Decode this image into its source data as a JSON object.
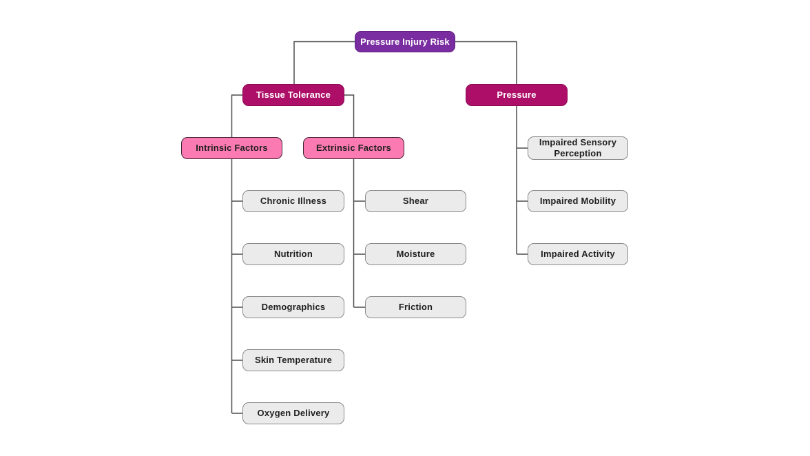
{
  "diagram": {
    "type": "tree-flowchart",
    "root_label": "Pressure Injury Risk",
    "nodes": [
      {
        "id": "pressure-injury-risk",
        "label": "Pressure Injury Risk",
        "level": "root"
      },
      {
        "id": "tissue-tolerance",
        "label": "Tissue Tolerance",
        "level": "branch"
      },
      {
        "id": "pressure",
        "label": "Pressure",
        "level": "branch"
      },
      {
        "id": "intrinsic-factors",
        "label": "Intrinsic Factors",
        "level": "sub-branch"
      },
      {
        "id": "extrinsic-factors",
        "label": "Extrinsic Factors",
        "level": "sub-branch"
      },
      {
        "id": "chronic-illness",
        "label": "Chronic Illness",
        "level": "leaf"
      },
      {
        "id": "nutrition",
        "label": "Nutrition",
        "level": "leaf"
      },
      {
        "id": "demographics",
        "label": "Demographics",
        "level": "leaf"
      },
      {
        "id": "skin-temperature",
        "label": "Skin Temperature",
        "level": "leaf"
      },
      {
        "id": "oxygen-delivery",
        "label": "Oxygen Delivery",
        "level": "leaf"
      },
      {
        "id": "shear",
        "label": "Shear",
        "level": "leaf"
      },
      {
        "id": "moisture",
        "label": "Moisture",
        "level": "leaf"
      },
      {
        "id": "friction",
        "label": "Friction",
        "level": "leaf"
      },
      {
        "id": "impaired-sensory-perception",
        "label": "Impaired Sensory Perception",
        "level": "leaf"
      },
      {
        "id": "impaired-mobility",
        "label": "Impaired Mobility",
        "level": "leaf"
      },
      {
        "id": "impaired-activity",
        "label": "Impaired Activity",
        "level": "leaf"
      }
    ],
    "edges": [
      [
        "pressure-injury-risk",
        "tissue-tolerance"
      ],
      [
        "pressure-injury-risk",
        "pressure"
      ],
      [
        "tissue-tolerance",
        "intrinsic-factors"
      ],
      [
        "tissue-tolerance",
        "extrinsic-factors"
      ],
      [
        "intrinsic-factors",
        "chronic-illness"
      ],
      [
        "intrinsic-factors",
        "nutrition"
      ],
      [
        "intrinsic-factors",
        "demographics"
      ],
      [
        "intrinsic-factors",
        "skin-temperature"
      ],
      [
        "intrinsic-factors",
        "oxygen-delivery"
      ],
      [
        "extrinsic-factors",
        "shear"
      ],
      [
        "extrinsic-factors",
        "moisture"
      ],
      [
        "extrinsic-factors",
        "friction"
      ],
      [
        "pressure",
        "impaired-sensory-perception"
      ],
      [
        "pressure",
        "impaired-mobility"
      ],
      [
        "pressure",
        "impaired-activity"
      ]
    ]
  },
  "colors": {
    "canvas_bg": "#ffffff",
    "root_fill": "#7a2da0",
    "root_border": "#5f1f85",
    "branch_fill": "#ad0e67",
    "branch_border": "#8d0a55",
    "sub_fill": "#fb7ab2",
    "sub_border": "#3f2433",
    "leaf_fill": "#ebebeb",
    "leaf_border": "#8a8a8a",
    "line": "#4d4d4d",
    "text_dark": "#1f1f1f"
  }
}
